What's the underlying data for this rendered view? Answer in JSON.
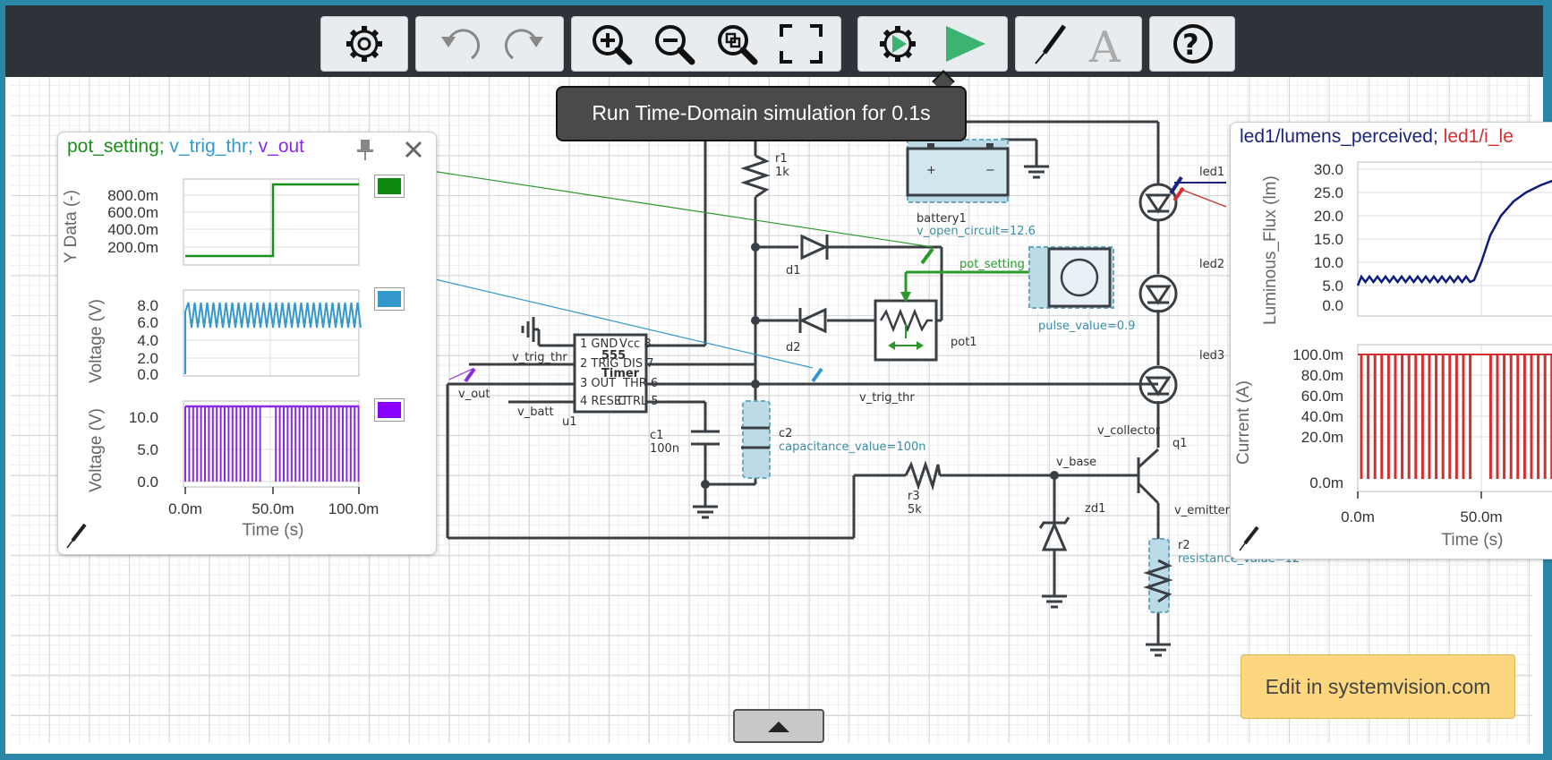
{
  "toolbar": {
    "buttons": [
      "settings",
      "undo",
      "redo",
      "zoom-in",
      "zoom-out",
      "zoom-fit",
      "full-screen",
      "simulation-settings",
      "run-simulation",
      "probe",
      "text",
      "help"
    ]
  },
  "tooltip": {
    "text": "Run Time-Domain simulation for 0.1s"
  },
  "schematic": {
    "labels": {
      "r1": "r1",
      "r1_value": "1k",
      "battery": "battery1",
      "battery_param": "v_open_circuit=12.6",
      "d1": "d1",
      "d2": "d2",
      "pot_setting": "pot_setting",
      "pulse_param": "pulse_value=0.9",
      "pot": "pot1",
      "v_trig_thr_net": "v_trig_thr",
      "v_trig_thr_left": "v_trig_thr",
      "v_out": "v_out",
      "v_batt": "v_batt",
      "u1": "u1",
      "c1": "c1",
      "c1_value": "100n",
      "c2": "c2",
      "c2_param": "capacitance_value=100n",
      "r3": "r3",
      "r3_value": "5k",
      "v_base": "v_base",
      "v_collector": "v_collector",
      "v_emitter": "v_emitter",
      "q1": "q1",
      "zd1": "zd1",
      "led1": "led1",
      "led2": "led2",
      "led3": "led3",
      "r2": "r2",
      "r2_param": "resistance_value=12",
      "timer_name": "555",
      "timer_sub": "Timer",
      "pin_gnd": "1 GND",
      "pin_vcc": "Vcc 8",
      "pin_trig": "2 TRIG",
      "pin_dis": "DIS 7",
      "pin_out": "3 OUT",
      "pin_thr": "THR 6",
      "pin_reset": "4 RESET",
      "pin_ctrl": "CTRL 5",
      "bat_plus": "+",
      "bat_minus": "−"
    }
  },
  "left_panel": {
    "title_parts": [
      {
        "text": "pot_setting;",
        "color": "#1a8f1a"
      },
      {
        "text": " v_trig_thr;",
        "color": "#3399cc"
      },
      {
        "text": " v_out",
        "color": "#8a2be2"
      }
    ],
    "plots": [
      {
        "ylabel": "Y Data (-)",
        "ticks": [
          "800.0m",
          "600.0m",
          "400.0m",
          "200.0m"
        ],
        "color": "#1a8f1a"
      },
      {
        "ylabel": "Voltage (V)",
        "ticks": [
          "8.0",
          "6.0",
          "4.0",
          "2.0",
          "0.0"
        ],
        "color": "#3399cc"
      },
      {
        "ylabel": "Voltage (V)",
        "ticks": [
          "10.0",
          "5.0",
          "0.0"
        ],
        "color": "#8a2be2"
      }
    ],
    "xticks": [
      "0.0m",
      "50.0m",
      "100.0m"
    ],
    "xlabel": "Time (s)"
  },
  "right_panel": {
    "title_parts": [
      {
        "text": "led1/lumens_perceived;",
        "color": "#1a237e"
      },
      {
        "text": " led1/i_le",
        "color": "#d32f2f"
      }
    ],
    "plots": [
      {
        "ylabel": "Luminous_Flux (lm)",
        "ticks": [
          "30.0",
          "25.0",
          "20.0",
          "15.0",
          "10.0",
          "5.0",
          "0.0"
        ],
        "color": "#0d1b7a"
      },
      {
        "ylabel": "Current (A)",
        "ticks": [
          "100.0m",
          "80.0m",
          "60.0m",
          "40.0m",
          "20.0m",
          "0.0m"
        ],
        "color": "#d32f2f"
      }
    ],
    "xticks": [
      "0.0m",
      "50.0m"
    ],
    "xlabel": "Time (s)"
  },
  "edit_button": {
    "label": "Edit in systemvision.com"
  }
}
